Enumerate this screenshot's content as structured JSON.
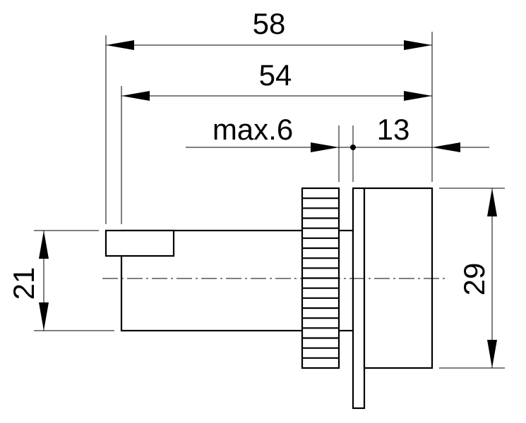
{
  "dimensions": {
    "overall_length": "58",
    "body_length": "54",
    "max_panel": "max.6",
    "housing_depth": "13",
    "shaft_height": "21",
    "housing_height": "29"
  },
  "colors": {
    "ink": "#000000",
    "paper": "#ffffff"
  }
}
